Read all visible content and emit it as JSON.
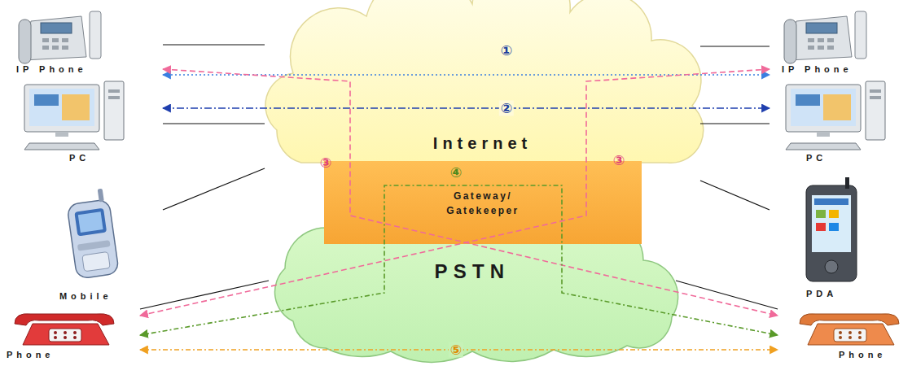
{
  "diagram": {
    "nodes": [
      {
        "text": [
          "IP Phone"
        ]
      },
      {
        "text": [
          "Internet"
        ]
      },
      {
        "text": [
          "IP Phone"
        ]
      },
      {
        "text": [
          "PC"
        ]
      },
      {
        "text": [
          "PC"
        ]
      },
      {
        "text": [
          "Mobile"
        ]
      },
      {
        "text": [
          "Gateway/ Gatekeeper"
        ]
      },
      {
        "text": [
          "PDA"
        ]
      },
      {
        "text": [
          "PSTN"
        ]
      },
      {
        "text": [
          "Phone"
        ]
      },
      {
        "text": [
          "Phone"
        ]
      }
    ],
    "edges": [
      {
        "from": 0,
        "to": 2,
        "arrow": "both",
        "label": "①"
      },
      {
        "from": 3,
        "to": 4,
        "arrow": "both",
        "label": "②"
      },
      {
        "from": 0,
        "to": 10,
        "arrow": "both",
        "label": "③"
      },
      {
        "from": 9,
        "to": 2,
        "arrow": "both",
        "label": "③"
      },
      {
        "from": 9,
        "to": 10,
        "arrow": "both",
        "label": "④"
      },
      {
        "from": 9,
        "to": 10,
        "arrow": "both",
        "label": "⑤"
      },
      {
        "from": 0,
        "to": 1,
        "arrow": "none"
      },
      {
        "from": 3,
        "to": 1,
        "arrow": "none"
      },
      {
        "from": 5,
        "to": 1,
        "arrow": "none"
      },
      {
        "from": 9,
        "to": 8,
        "arrow": "none"
      },
      {
        "from": 2,
        "to": 1,
        "arrow": "none"
      },
      {
        "from": 4,
        "to": 1,
        "arrow": "none"
      },
      {
        "from": 7,
        "to": 1,
        "arrow": "none"
      },
      {
        "from": 10,
        "to": 8,
        "arrow": "none"
      }
    ]
  }
}
